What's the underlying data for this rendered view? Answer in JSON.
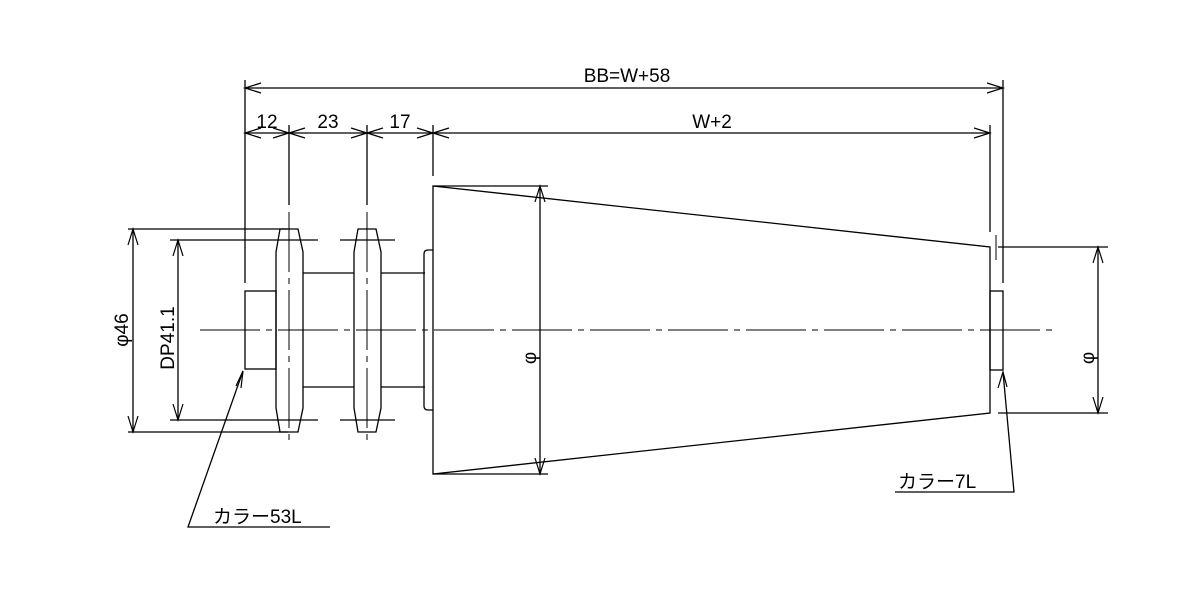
{
  "dimensions": {
    "overall": "BB=W+58",
    "seg1": "12",
    "seg2": "23",
    "seg3": "17",
    "drum_length": "W+2",
    "outer_diameter": "φ46",
    "pitch_diameter": "DP41.1",
    "drum_diameter": "φ",
    "shaft_diameter": "φ"
  },
  "labels": {
    "left_collar": "カラー53L",
    "right_collar": "カラー7L"
  }
}
